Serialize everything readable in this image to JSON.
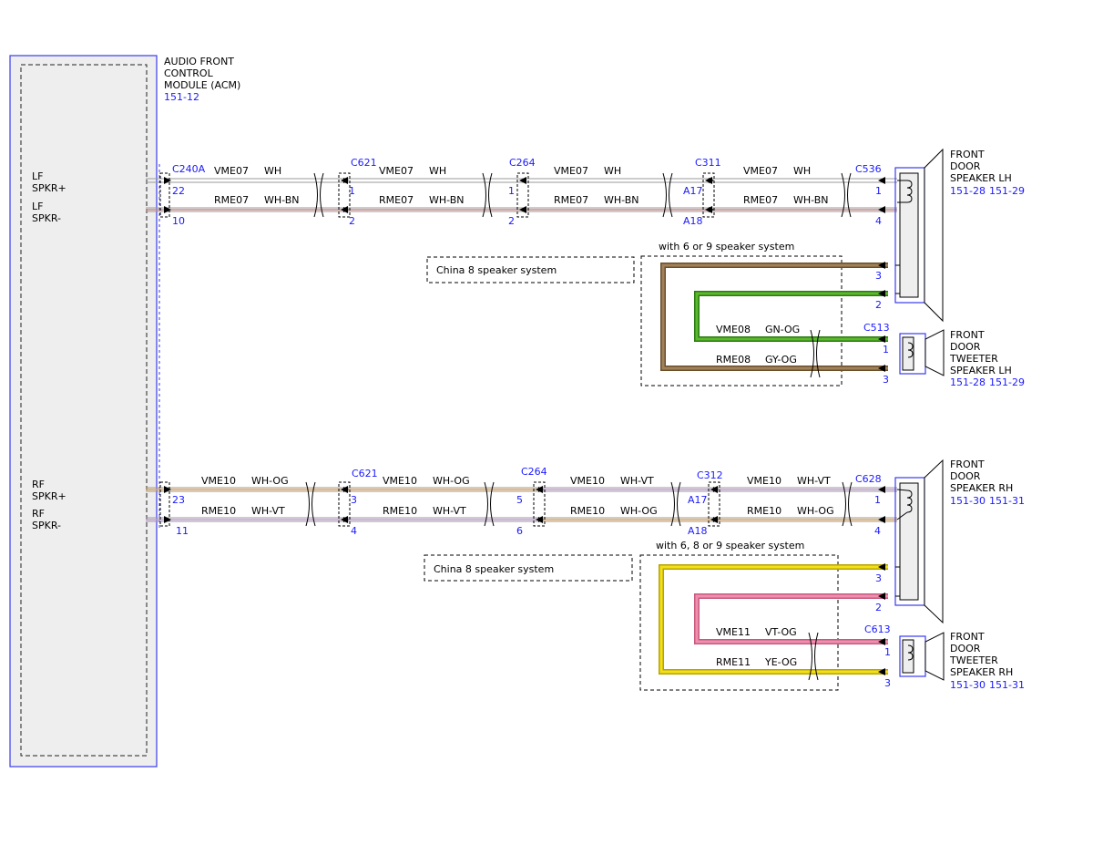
{
  "module": {
    "title_lines": [
      "AUDIO FRONT",
      "CONTROL",
      "MODULE (ACM)"
    ],
    "ref": "151-12",
    "lf_spkr_pos": [
      "LF",
      "SPKR+"
    ],
    "lf_spkr_neg": [
      "LF",
      "SPKR-"
    ],
    "rf_spkr_pos": [
      "RF",
      "SPKR+"
    ],
    "rf_spkr_neg": [
      "RF",
      "SPKR-"
    ]
  },
  "colors": {
    "wire_white": "#9a9a9a",
    "wire_white_brown": "#c88",
    "green": "#2a7a12",
    "green_inner": "#5cb82c",
    "brown": "#a0825a",
    "yellow": "#f2e01a",
    "pink": "#ef8fb0",
    "module_fill": "#eeeeee",
    "module_border": "#3a3af0",
    "connector_blue": "#1a1aff"
  },
  "lf": {
    "connectors": {
      "c1": "C240A",
      "c2": "C621",
      "c3": "C264",
      "c4": "C311",
      "c5": "C536"
    },
    "pins_top": [
      "22",
      "1",
      "1",
      "A17",
      "1"
    ],
    "pins_bottom": [
      "10",
      "2",
      "2",
      "A18",
      "4"
    ],
    "segments_top": [
      {
        "circuit": "VME07",
        "color": "WH"
      },
      {
        "circuit": "VME07",
        "color": "WH"
      },
      {
        "circuit": "VME07",
        "color": "WH"
      },
      {
        "circuit": "VME07",
        "color": "WH"
      }
    ],
    "segments_bottom": [
      {
        "circuit": "RME07",
        "color": "WH-BN"
      },
      {
        "circuit": "RME07",
        "color": "WH-BN"
      },
      {
        "circuit": "RME07",
        "color": "WH-BN"
      },
      {
        "circuit": "RME07",
        "color": "WH-BN"
      }
    ],
    "speaker_label": [
      "FRONT",
      "DOOR",
      "SPEAKER LH"
    ],
    "speaker_refs": [
      "151-28",
      "151-29"
    ],
    "speaker_pins_lower": [
      "3",
      "2"
    ],
    "option_label": "with 6 or 9 speaker system",
    "china_label": "China 8 speaker system",
    "tweeter_connector": "C513",
    "tweeter_pins": [
      "1",
      "3"
    ],
    "tweeter_top": {
      "circuit": "VME08",
      "color": "GN-OG"
    },
    "tweeter_bottom": {
      "circuit": "RME08",
      "color": "GY-OG"
    },
    "tweeter_label": [
      "FRONT",
      "DOOR",
      "TWEETER",
      "SPEAKER LH"
    ],
    "tweeter_refs": [
      "151-28",
      "151-29"
    ]
  },
  "rf": {
    "connectors": {
      "c2": "C621",
      "c3": "C264",
      "c4": "C312",
      "c5": "C628"
    },
    "pins_top": [
      "23",
      "3",
      "5",
      "A17",
      "1"
    ],
    "pins_bottom": [
      "11",
      "4",
      "6",
      "A18",
      "4"
    ],
    "segments_top": [
      {
        "circuit": "VME10",
        "color": "WH-OG"
      },
      {
        "circuit": "VME10",
        "color": "WH-OG"
      },
      {
        "circuit": "VME10",
        "color": "WH-VT"
      },
      {
        "circuit": "VME10",
        "color": "WH-VT"
      }
    ],
    "segments_bottom": [
      {
        "circuit": "RME10",
        "color": "WH-VT"
      },
      {
        "circuit": "RME10",
        "color": "WH-VT"
      },
      {
        "circuit": "RME10",
        "color": "WH-OG"
      },
      {
        "circuit": "RME10",
        "color": "WH-OG"
      }
    ],
    "speaker_label": [
      "FRONT",
      "DOOR",
      "SPEAKER RH"
    ],
    "speaker_refs": [
      "151-30",
      "151-31"
    ],
    "speaker_pins_lower": [
      "3",
      "2"
    ],
    "option_label": "with 6, 8 or 9 speaker system",
    "china_label": "China 8 speaker system",
    "tweeter_connector": "C613",
    "tweeter_pins": [
      "1",
      "3"
    ],
    "tweeter_top": {
      "circuit": "VME11",
      "color": "VT-OG"
    },
    "tweeter_bottom": {
      "circuit": "RME11",
      "color": "YE-OG"
    },
    "tweeter_label": [
      "FRONT",
      "DOOR",
      "TWEETER",
      "SPEAKER RH"
    ],
    "tweeter_refs": [
      "151-30",
      "151-31"
    ]
  }
}
